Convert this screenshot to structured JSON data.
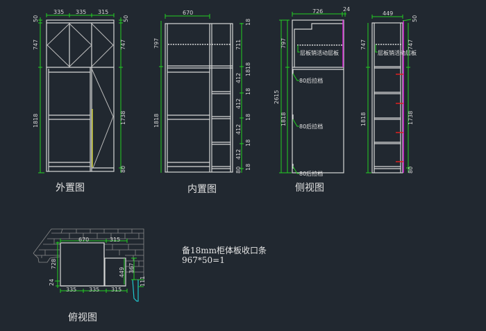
{
  "views": {
    "exterior": {
      "title": "外置图",
      "top_dims": [
        "335",
        "335",
        "315"
      ],
      "left_dims": [
        "50",
        "747",
        "1818"
      ],
      "right_dims": [
        "50",
        "747",
        "1738",
        "80"
      ]
    },
    "interior": {
      "title": "内置图",
      "top_dims": [
        "670"
      ],
      "left_dims": [
        "797",
        "1818"
      ],
      "right_dims": [
        "18",
        "711",
        "18",
        "18",
        "412",
        "18",
        "412",
        "18",
        "412",
        "18",
        "412",
        "18",
        "80"
      ]
    },
    "side": {
      "title": "侧视图",
      "top_dims": [
        "726",
        "24"
      ],
      "left_dims": [
        "2615",
        "797",
        "1818"
      ],
      "notes": [
        "层板销活动层板",
        "80后拉档",
        "80后拉档",
        "80后拉档"
      ]
    },
    "side_narrow": {
      "top_dims": [
        "449",
        "50"
      ],
      "left_dims": [
        "747",
        "1818"
      ],
      "right_dims": [
        "747",
        "1738",
        "80"
      ],
      "notes": [
        "层板销活动层板"
      ]
    },
    "top": {
      "title": "俯视图",
      "top_dims": [
        "670",
        "315"
      ],
      "bottom_dims": [
        "335",
        "335",
        "315"
      ],
      "left_dims": [
        "728",
        "24"
      ],
      "inner_dims": [
        "449",
        "367",
        "111"
      ]
    }
  },
  "memo": {
    "line1": "备18mm柜体板收口条",
    "line2": "967*50=1"
  },
  "colors": {
    "background": "#212830",
    "dimension": "#22d022",
    "outline": "#d8d8d8",
    "highlight": "#d020d0",
    "marker": "#e02020"
  }
}
